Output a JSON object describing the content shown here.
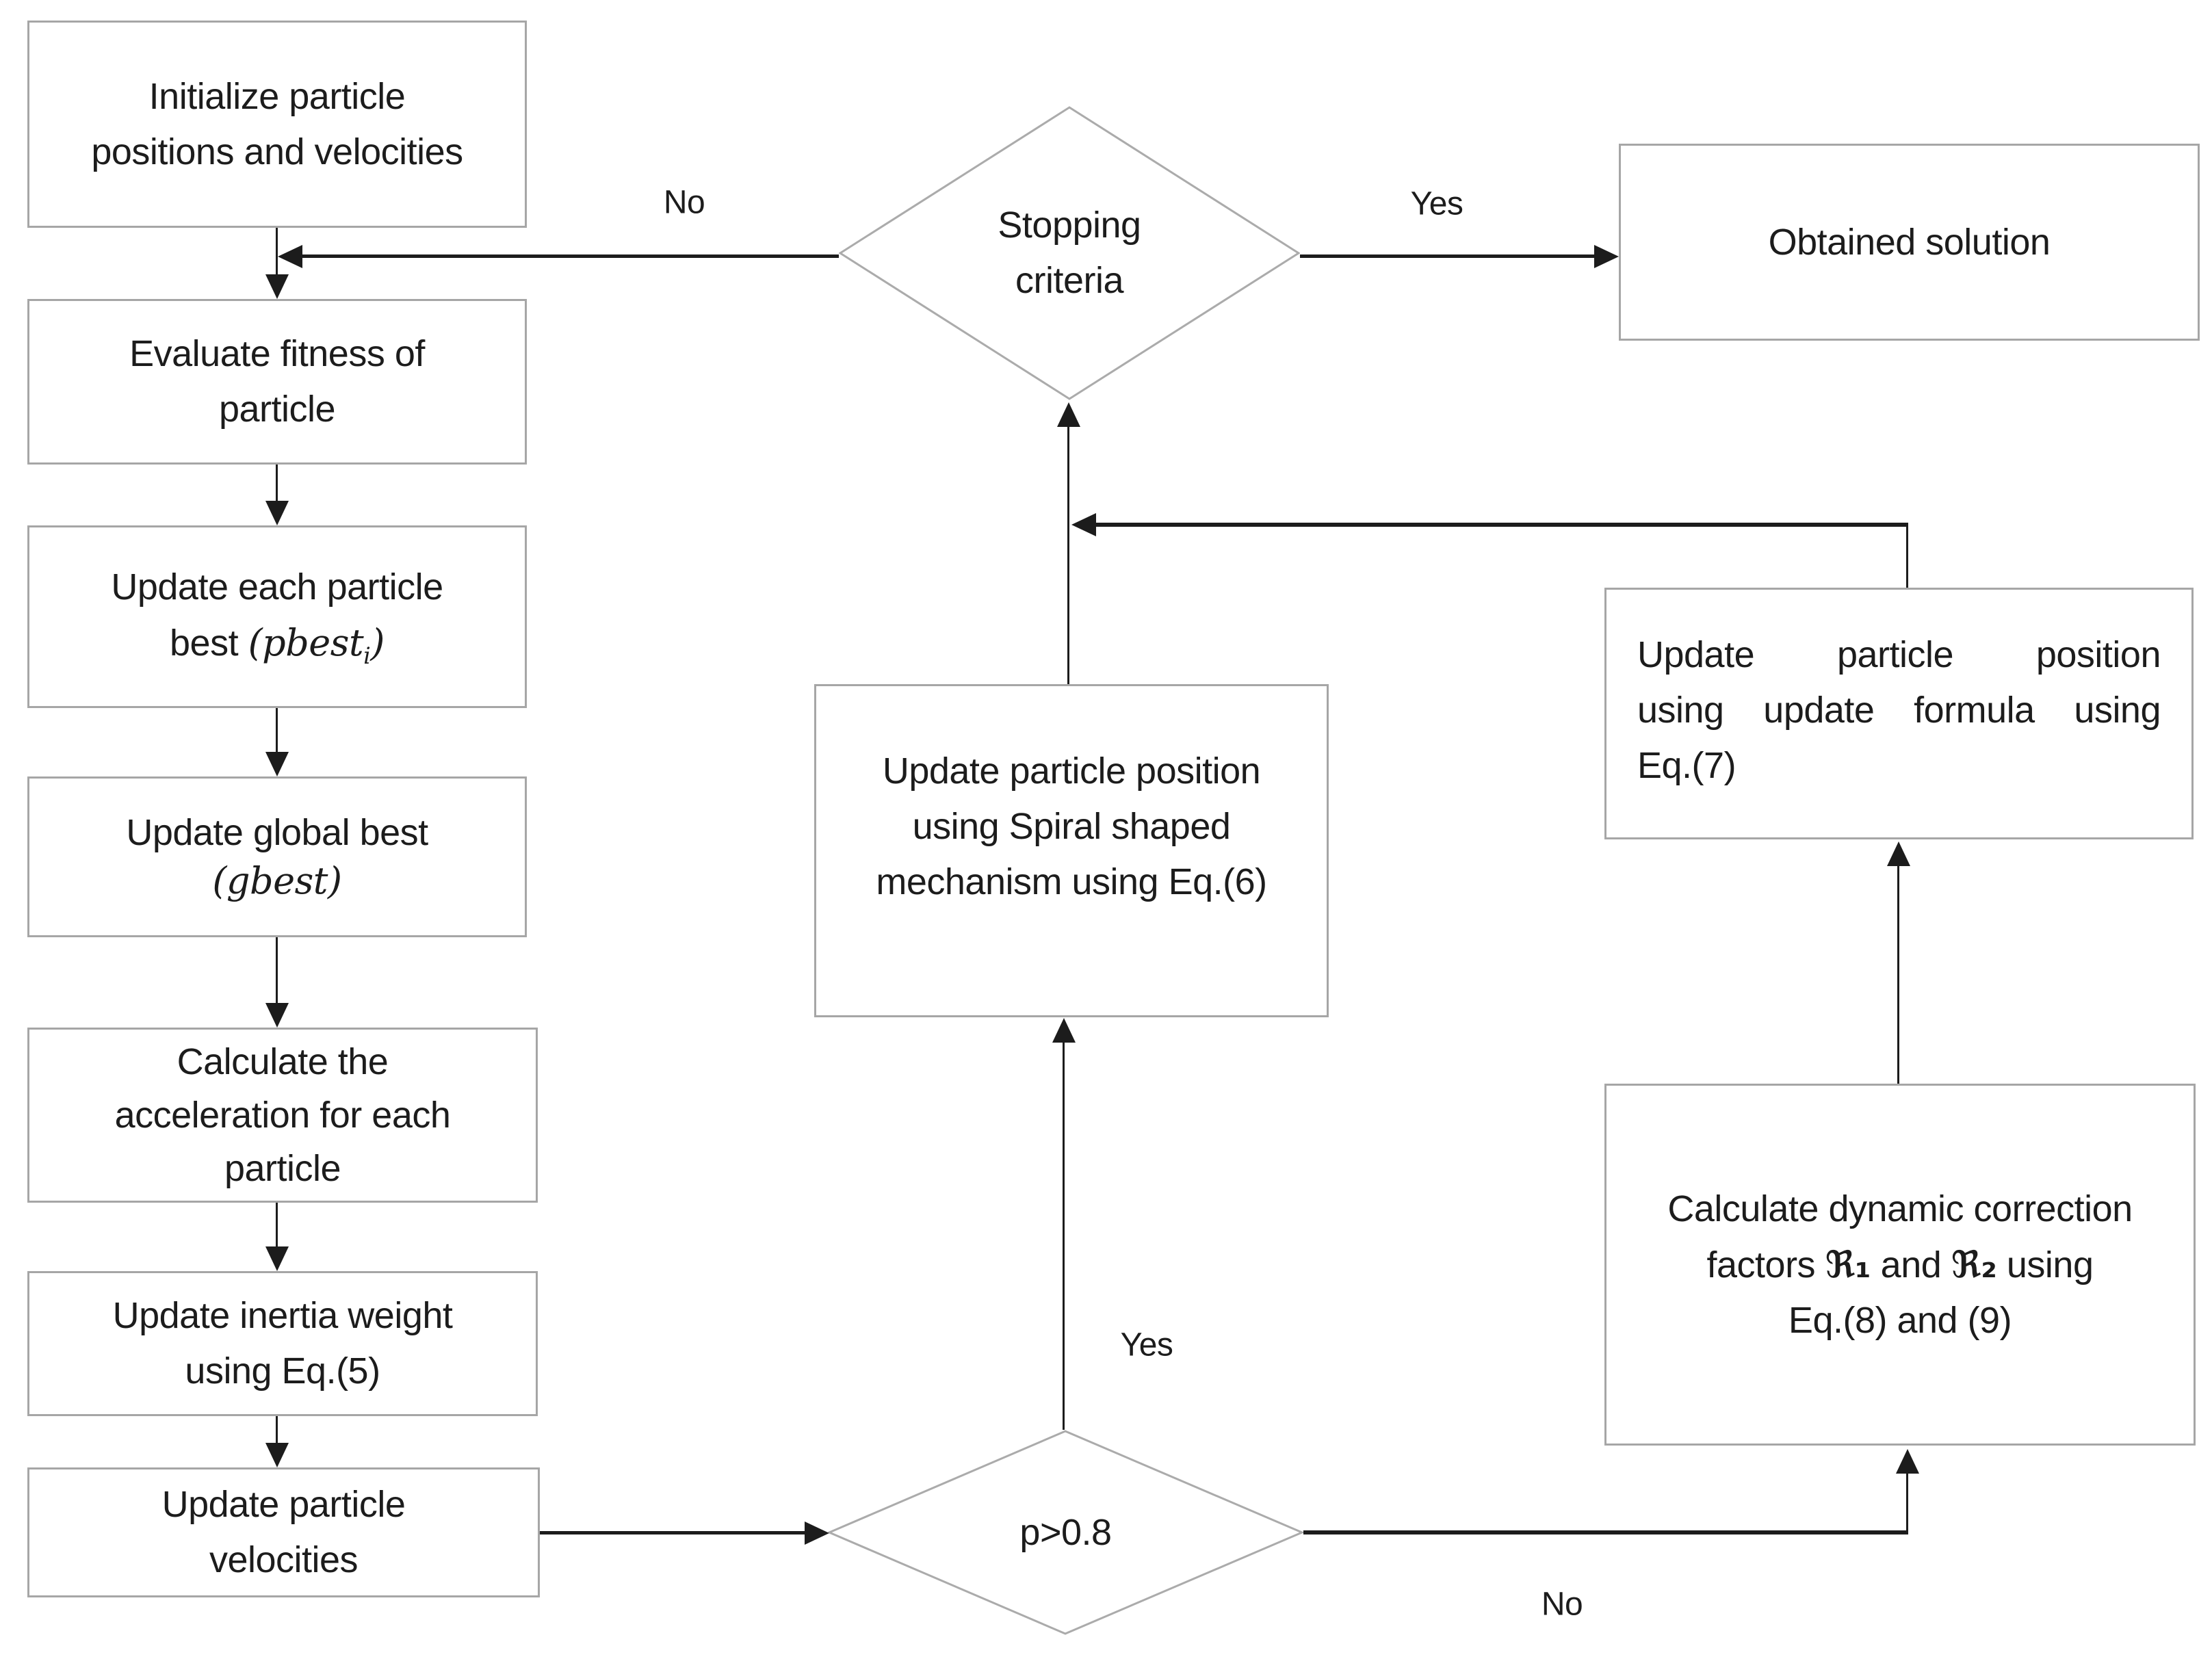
{
  "nodes": {
    "initialize": {
      "line1": "Initialize particle",
      "line2": "positions and velocities"
    },
    "evaluate": {
      "line1": "Evaluate fitness of",
      "line2": "particle"
    },
    "pbest": {
      "line1": "Update each particle",
      "line2_pre": "best ",
      "line2_math": "(pbest",
      "line2_sub": "i",
      "line2_post": ")"
    },
    "gbest": {
      "line1": "Update global best",
      "line2_math": "(gbest)"
    },
    "acceleration": {
      "line1": "Calculate the",
      "line2": "acceleration for each",
      "line3": "particle"
    },
    "inertia": {
      "line1": "Update inertia weight",
      "line2": "using Eq.(5)"
    },
    "velocities": {
      "line1": "Update particle",
      "line2": "velocities"
    },
    "stopping": {
      "line1": "Stopping",
      "line2": "criteria"
    },
    "obtained": {
      "label": "Obtained solution"
    },
    "spiral": {
      "line1": "Update particle position",
      "line2": "using Spiral shaped",
      "line3": "mechanism using Eq.(6)"
    },
    "formula": {
      "line1": "Update particle position",
      "line2": "using update formula using",
      "line3": "Eq.(7)"
    },
    "correction": {
      "line1": "Calculate dynamic correction",
      "line2_a": "factors ",
      "line2_r1": "ℜ₁",
      "line2_b": " and ",
      "line2_r2": "ℜ₂",
      "line2_c": " using",
      "line3": "Eq.(8) and (9)"
    },
    "p_condition": {
      "label": "p>0.8"
    }
  },
  "edge_labels": {
    "no_top": "No",
    "yes_top": "Yes",
    "yes_mid": "Yes",
    "no_bottom": "No"
  },
  "colors": {
    "background": "#ffffff",
    "box_border": "#a6a6a6",
    "diamond_border": "#ababab",
    "line": "#1c1c1c",
    "text": "#1c1c1c"
  }
}
